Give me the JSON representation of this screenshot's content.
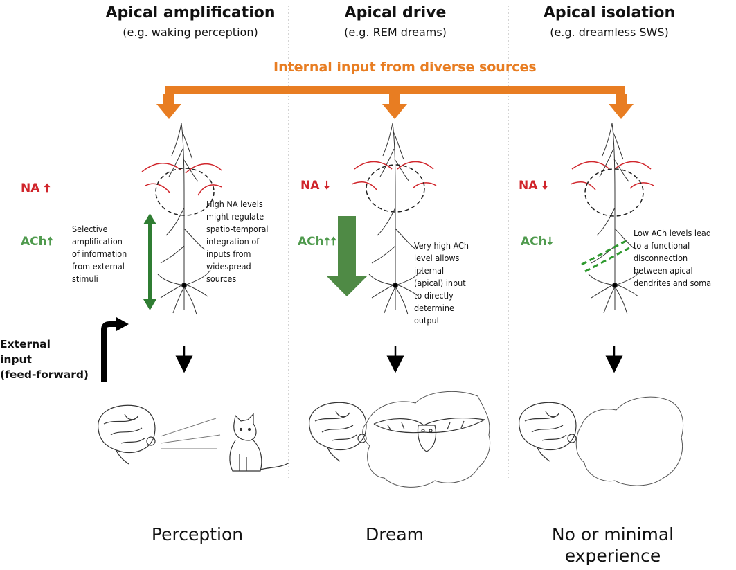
{
  "columns": [
    {
      "title": "Apical amplification",
      "subtitle": "(e.g. waking perception)",
      "na_label": "NA",
      "ach_label": "ACh",
      "na_direction": "up",
      "ach_direction": "up",
      "description": "High NA levels\nmight regulate\nspatio-temporal\nintegration of\ninputs from\nwidespread\nsources",
      "outcome": "Perception"
    },
    {
      "title": "Apical drive",
      "subtitle": "(e.g. REM dreams)",
      "na_label": "NA",
      "ach_label": "ACh",
      "na_direction": "down",
      "ach_direction": "up-double",
      "description": "Very high ACh\nlevel allows\ninternal\n(apical) input\nto directly\ndetermine\noutput",
      "outcome": "Dream"
    },
    {
      "title": "Apical isolation",
      "subtitle": "(e.g. dreamless SWS)",
      "na_label": "NA",
      "ach_label": "ACh",
      "na_direction": "down",
      "ach_direction": "down",
      "description": "Low ACh levels lead\nto a functional\ndisconnection\nbetween apical\ndendrites and soma",
      "outcome": "No or minimal\nexperience"
    }
  ],
  "internal_input_label": "Internal input from diverse sources",
  "selective_amplification_note": "Selective\namplification\nof information\nfrom external\nstimuli",
  "external_input_label": "External\ninput\n(feed-forward)",
  "colors": {
    "orange": "#e87d22",
    "na_red": "#d0252b",
    "ach_green": "#4f9a4d",
    "dark_green": "#2f7d32"
  },
  "icons": [
    "pyramidal-neuron",
    "brain-sketch",
    "cat-sketch",
    "owl-sketch",
    "thought-cloud"
  ]
}
